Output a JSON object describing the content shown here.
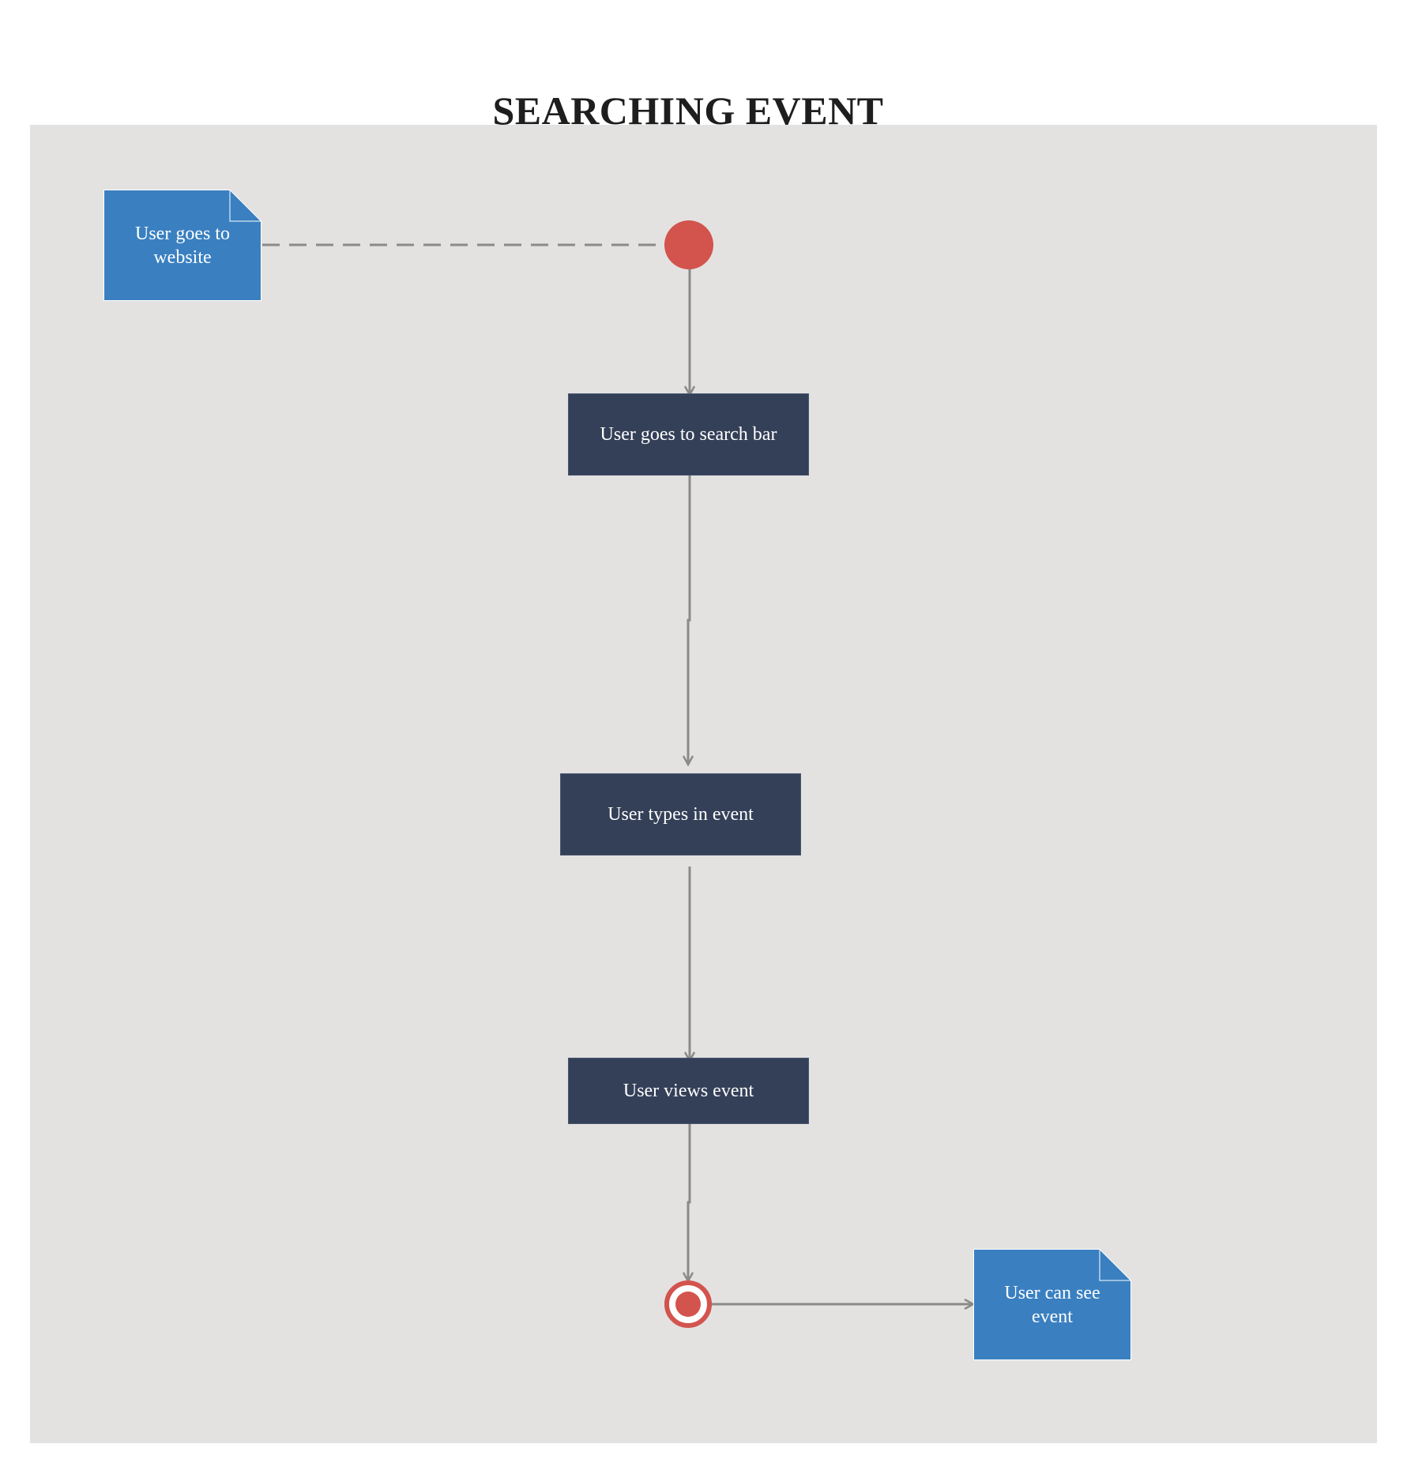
{
  "title": "SEARCHING EVENT",
  "colors": {
    "background": "#e3e2e1",
    "action_fill": "#344058",
    "note_fill": "#3a80c1",
    "node_red": "#d3534d",
    "connector": "#8a8a8a"
  },
  "notes": {
    "start_note": "User goes to\nwebsite",
    "end_note": "User can see\nevent"
  },
  "actions": {
    "search_bar": "User goes to search bar",
    "types_event": "User types in event",
    "views_event": "User views event"
  },
  "nodes": {
    "initial": "initial-node",
    "final": "final-node"
  }
}
